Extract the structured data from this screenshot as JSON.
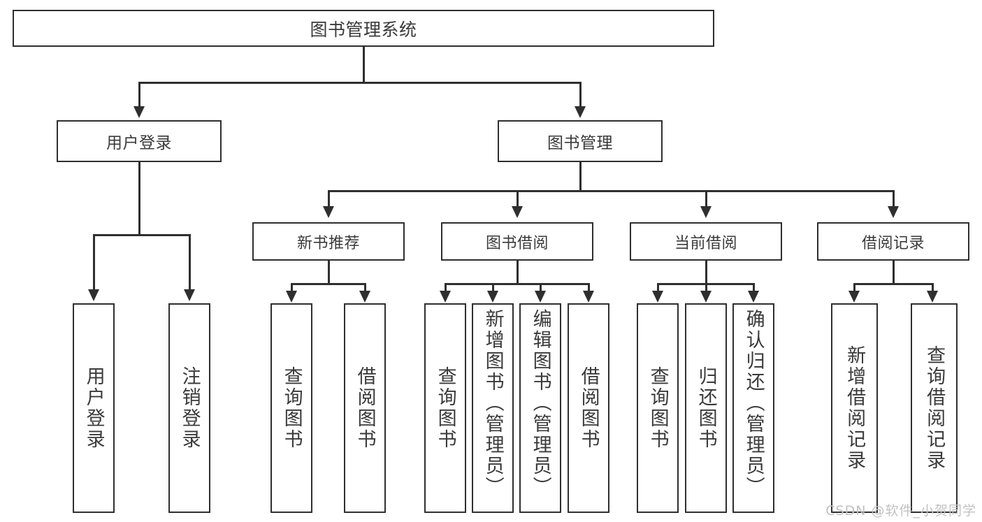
{
  "diagram": {
    "type": "tree",
    "title": "图书管理系统",
    "root": {
      "label": "图书管理系统"
    },
    "level2": [
      {
        "label": "用户登录"
      },
      {
        "label": "图书管理"
      }
    ],
    "level3": [
      {
        "label": "新书推荐"
      },
      {
        "label": "图书借阅"
      },
      {
        "label": "当前借阅"
      },
      {
        "label": "借阅记录"
      }
    ],
    "leaves": {
      "user_login": [
        {
          "label": "用户登录"
        },
        {
          "label": "注销登录"
        }
      ],
      "new_book_recommend": [
        {
          "label": "查询图书"
        },
        {
          "label": "借阅图书"
        }
      ],
      "book_borrow": [
        {
          "label": "查询图书"
        },
        {
          "label": "新增图书（管理员）"
        },
        {
          "label": "编辑图书（管理员）"
        },
        {
          "label": "借阅图书"
        }
      ],
      "current_borrow": [
        {
          "label": "查询图书"
        },
        {
          "label": "归还图书"
        },
        {
          "label": "确认归还（管理员）"
        }
      ],
      "borrow_record": [
        {
          "label": "新增借阅记录"
        },
        {
          "label": "查询借阅记录"
        }
      ]
    },
    "colors": {
      "stroke": "#2f2f2f",
      "text": "#3a3a3a",
      "background": "#ffffff",
      "watermark": "#c2c2c2"
    }
  },
  "watermark": {
    "text": "CSDN @软件_小贺同学"
  }
}
